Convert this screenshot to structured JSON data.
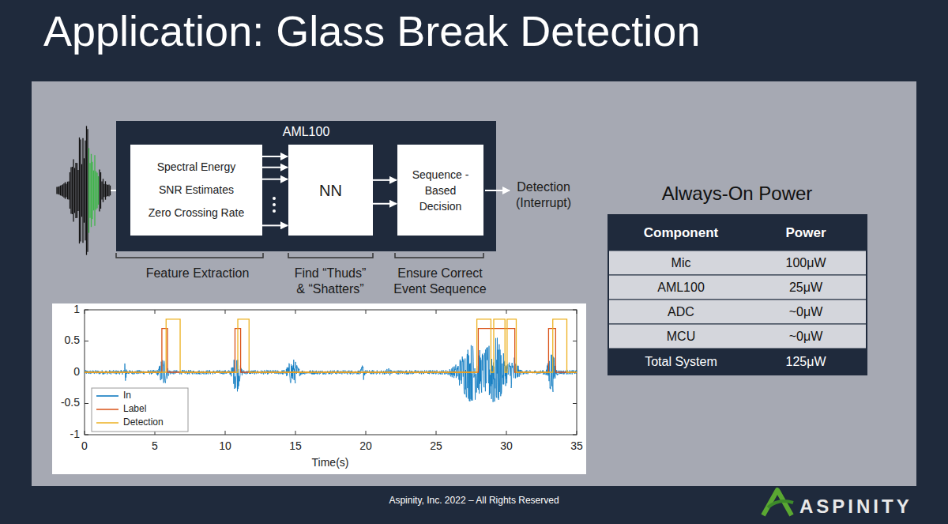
{
  "diagram": {
    "title": "Application: Glass Break Detection",
    "nodes": [
      {
        "text": [
          "AML100"
        ]
      },
      {
        "text": [
          "Spectral Energy",
          "SNR Estimates",
          "Zero Crossing Rate"
        ],
        "in": 0
      },
      {
        "text": [
          "NN"
        ],
        "in": 0
      },
      {
        "text": [
          "Sequence - Based Decision"
        ],
        "in": 0
      }
    ],
    "edges": [
      {
        "from": 1,
        "to": 2,
        "arrow": "to"
      },
      {
        "from": 1,
        "to": 2,
        "arrow": "to"
      },
      {
        "from": 1,
        "to": 2,
        "arrow": "to"
      },
      {
        "from": 1,
        "to": 2,
        "arrow": "to"
      },
      {
        "from": 2,
        "to": 3,
        "arrow": "to"
      },
      {
        "from": 2,
        "to": 3,
        "arrow": "to"
      }
    ],
    "labels": [
      "Feature Extraction",
      "Find “Thuds” & “Shatters”",
      "Ensure Correct Event Sequence",
      "Detection (Interrupt)",
      "Always-On Power",
      "Component",
      "Power",
      "Mic",
      "100μW",
      "AML100",
      "25μW",
      "ADC",
      "~0μW",
      "MCU",
      "~0μW",
      "Total System",
      "125μW",
      "1",
      "0.5",
      "0",
      "-0.5",
      "-1",
      "0",
      "5",
      "10",
      "15",
      "20",
      "25",
      "30",
      "35",
      "Time(s)",
      "Aspinity, Inc. 2022 – All Rights Reserved",
      "ASPINITY"
    ],
    "legend": [
      {
        "text": "In"
      },
      {
        "text": "Label"
      },
      {
        "text": "Detection"
      }
    ]
  }
}
